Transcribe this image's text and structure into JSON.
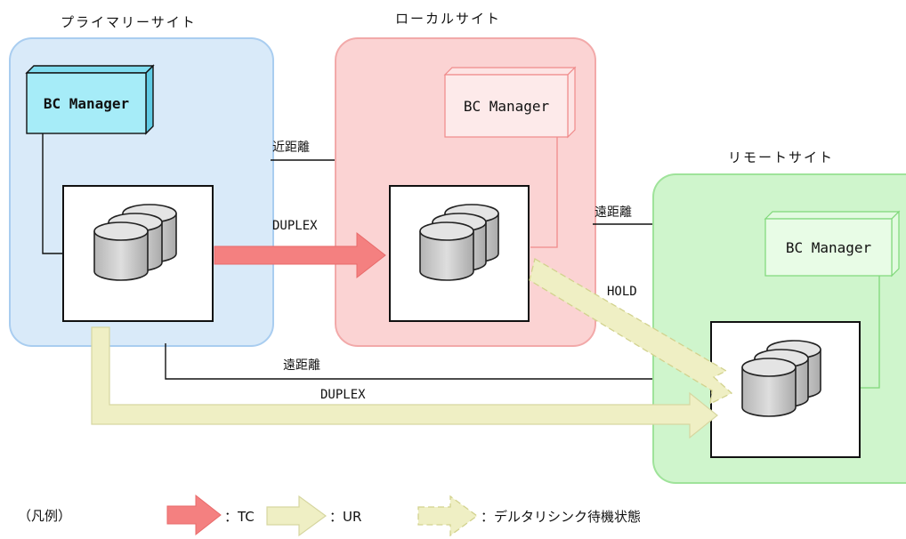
{
  "sites": {
    "primary": {
      "title": "プライマリーサイト",
      "bc_manager": "BC Manager"
    },
    "local": {
      "title": "ローカルサイト",
      "bc_manager": "BC Manager"
    },
    "remote": {
      "title": "リモートサイト",
      "bc_manager": "BC Manager"
    }
  },
  "links": {
    "primary_local_distance": "近距離",
    "primary_local_status": "DUPLEX",
    "local_remote_distance": "遠距離",
    "local_remote_status": "HOLD",
    "primary_remote_distance": "遠距離",
    "primary_remote_status": "DUPLEX"
  },
  "legend": {
    "prefix": "（凡例）",
    "tc": "：TC",
    "ur": "：UR",
    "delta": "：デルタリシンク待機状態"
  },
  "colors": {
    "tc_arrow": "#f48080",
    "ur_arrow": "#efefc4",
    "ur_arrow_stroke": "#d6d6a0",
    "primary_site": "#d9eaf9",
    "local_site": "#fbd3d3",
    "remote_site": "#cff5cc",
    "bcm_primary": "#a6ecf8"
  }
}
